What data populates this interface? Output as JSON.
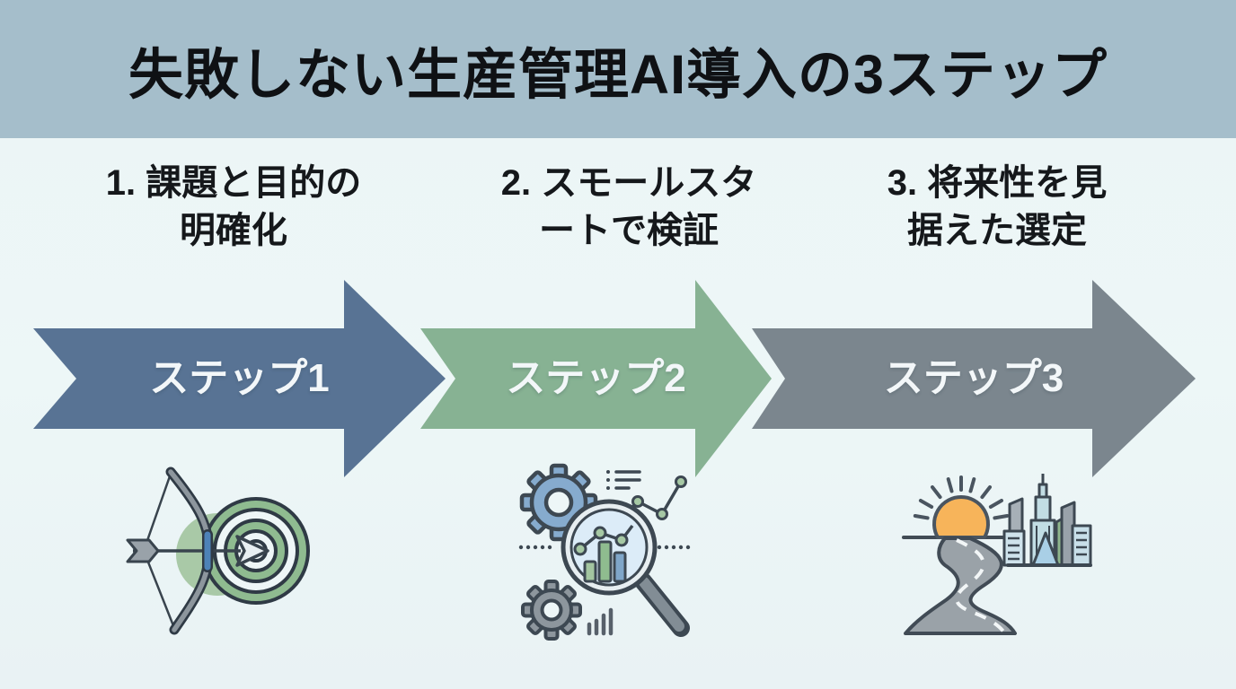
{
  "title": "失敗しない生産管理AI導入の3ステップ",
  "steps": [
    {
      "number": "1",
      "heading_line1": "1. 課題と目的の",
      "heading_line2": "明確化",
      "label": "ステップ1",
      "arrow_color": "#587394",
      "icon": "target-bow-icon"
    },
    {
      "number": "2",
      "heading_line1": "2. スモールスタ",
      "heading_line2": "ートで検証",
      "label": "ステップ2",
      "arrow_color": "#87b293",
      "icon": "magnifier-analysis-icon"
    },
    {
      "number": "3",
      "heading_line1": "3. 将来性を見",
      "heading_line2": "据えた選定",
      "label": "ステップ3",
      "arrow_color": "#7b868e",
      "icon": "road-to-city-icon"
    }
  ],
  "colors": {
    "header_bg": "#a5becb",
    "page_bg": "#edf5f7",
    "title_text": "#0f1114",
    "heading_text": "#15181b",
    "step_label_text": "#f3f7f9",
    "outline": "#3d4852",
    "accent_green": "#8fbb90",
    "accent_blue": "#86abce",
    "sun_orange": "#f7b45a"
  }
}
